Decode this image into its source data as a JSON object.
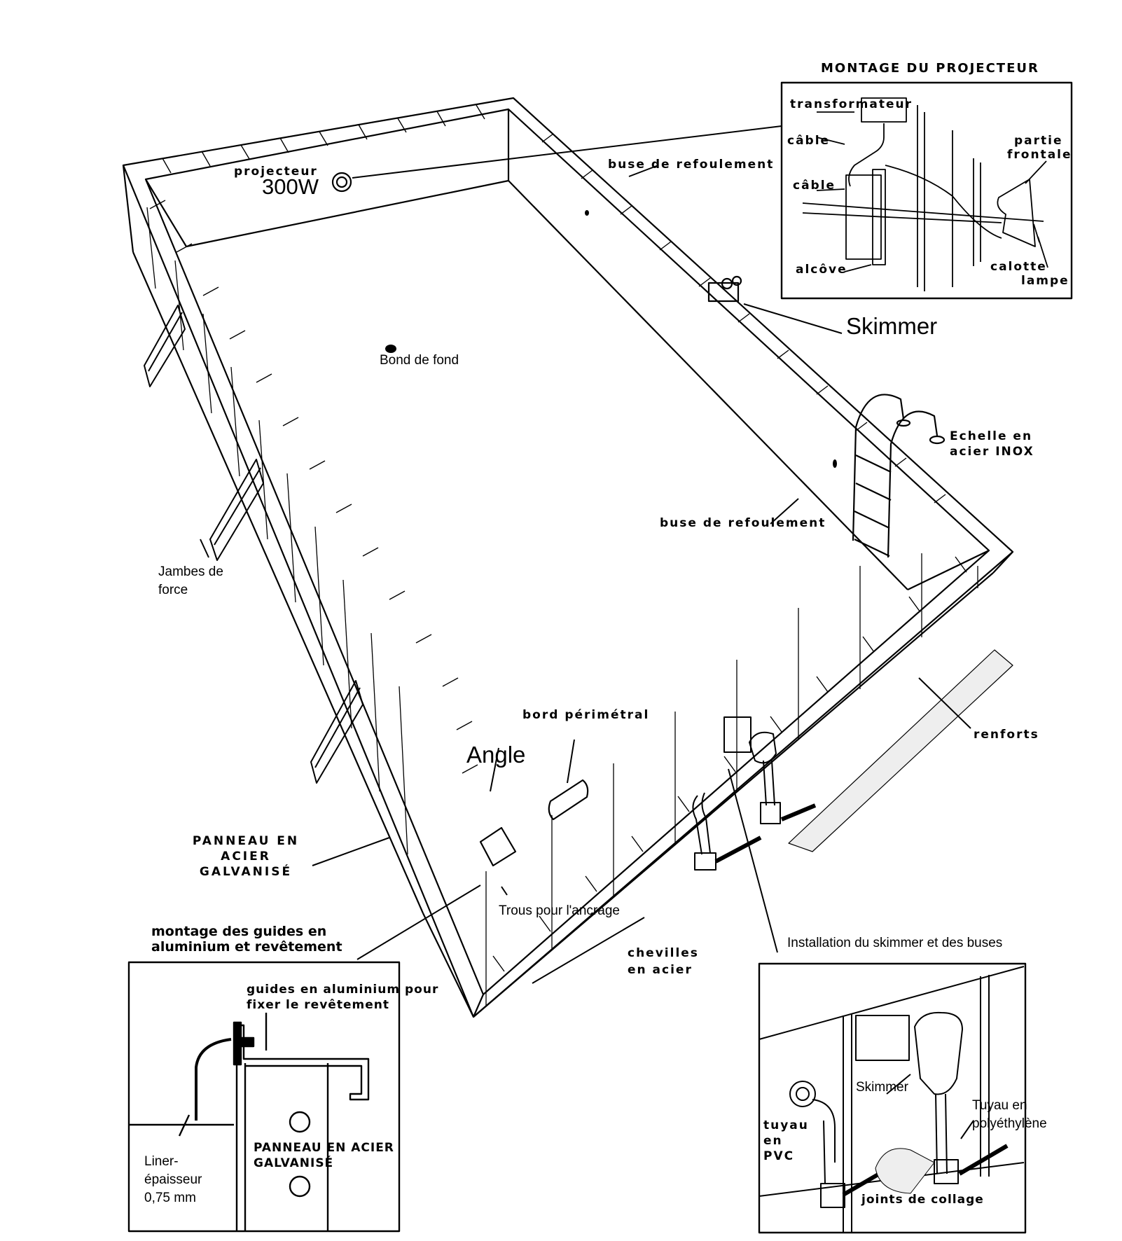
{
  "labels": {
    "montage_projecteur": "MONTAGE DU PROJECTEUR",
    "transformateur": "transformateur",
    "cable_1": "câble",
    "cable_2": "câble",
    "alcove": "alcôve",
    "partie_frontale_1": "partie",
    "partie_frontale_2": "frontale",
    "calotte": "calotte",
    "lampe": "lampe",
    "projecteur": "projecteur",
    "projecteur_watt": "300W",
    "buse_refoulement_top": "buse de refoulement",
    "skimmer": "Skimmer",
    "bond_de_fond": "Bond de fond",
    "echelle_1": "Echelle en",
    "echelle_2": "acier INOX",
    "buse_refoulement_mid": "buse de refoulement",
    "jambes_1": "Jambes de",
    "jambes_2": "force",
    "bord_perimetral": "bord périmétral",
    "renforts": "renforts",
    "angle": "Angle",
    "panneau_1": "PANNEAU EN",
    "panneau_2": "ACIER",
    "panneau_3": "GALVANISÉ",
    "trous_ancrage": "Trous pour l'ancrage",
    "chevilles_1": "chevilles",
    "chevilles_2": "en acier",
    "montage_guides_1": "montage des guides en",
    "montage_guides_2": "aluminium et revêtement",
    "guides_alu_1": "guides en aluminium pour",
    "guides_alu_2": "fixer le revêtement",
    "liner_1": "Liner-",
    "liner_2": "épaisseur",
    "liner_3": "0,75 mm",
    "panneau_acier_1": "PANNEAU EN ACIER",
    "panneau_acier_2": "GALVANISÉ",
    "installation_skimmer": "Installation du skimmer et des buses",
    "skimmer_small": "Skimmer",
    "tuyau_pvc_1": "tuyau",
    "tuyau_pvc_2": "en",
    "tuyau_pvc_3": "PVC",
    "tuyau_poly_1": "Tuyau en",
    "tuyau_poly_2": "polyéthylène",
    "joints_collage": "joints de collage"
  }
}
